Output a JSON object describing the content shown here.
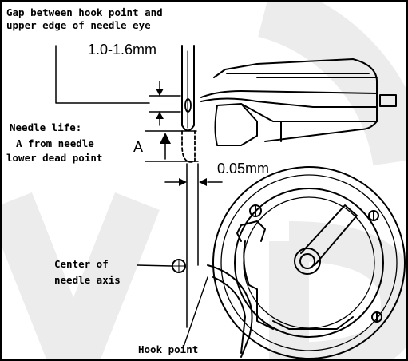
{
  "labels": {
    "gap_line1": "Gap between hook point and",
    "gap_line2": "upper edge of needle eye",
    "gap_value": "1.0-1.6mm",
    "life_line1": "Needle life:",
    "life_line2": "A from needle",
    "life_line3": "lower dead point",
    "a_marker": "A",
    "clearance_value": "0.05mm",
    "center_line1": "Center of",
    "center_line2": "needle axis",
    "hook_point": "Hook point"
  }
}
